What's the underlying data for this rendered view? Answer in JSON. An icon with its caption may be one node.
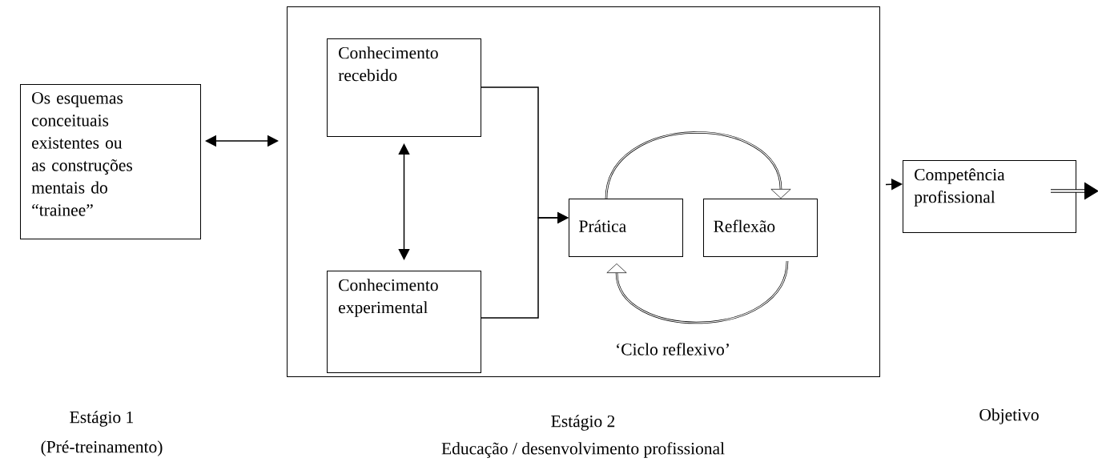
{
  "diagram": {
    "nodes": [
      {
        "text": [
          "Os esquemas conceituais existentes ou as construções mentais do “trainee”"
        ]
      },
      {
        "text": [],
        "shape": "box"
      },
      {
        "text": [
          "Conhecimento recebido"
        ],
        "in": 1
      },
      {
        "text": [
          "Conhecimento experimental"
        ],
        "in": 1
      },
      {
        "text": [
          "Prática"
        ],
        "in": 1
      },
      {
        "text": [
          "Reflexão"
        ],
        "in": 1
      },
      {
        "text": [
          "Competência profissional"
        ]
      }
    ],
    "edges": [
      {
        "from": 0,
        "to": 1,
        "arrow": "both"
      },
      {
        "from": 2,
        "to": 3,
        "arrow": "both"
      },
      {
        "from": 2,
        "to": 4,
        "arrow": "to"
      },
      {
        "from": 3,
        "to": 4,
        "arrow": "to"
      },
      {
        "from": 4,
        "to": 5,
        "arrow": "to"
      },
      {
        "from": 5,
        "to": 4,
        "arrow": "to"
      },
      {
        "from": 1,
        "to": 6,
        "arrow": "to"
      },
      {
        "from": 6,
        "to": null,
        "arrow": "to",
        "style": "thick"
      }
    ],
    "labels": [
      "‘Ciclo reflexivo’",
      "Estágio 1",
      "(Pré-treinamento)",
      "Estágio 2",
      "Educação / desenvolvimento profissional",
      "Objetivo"
    ]
  }
}
